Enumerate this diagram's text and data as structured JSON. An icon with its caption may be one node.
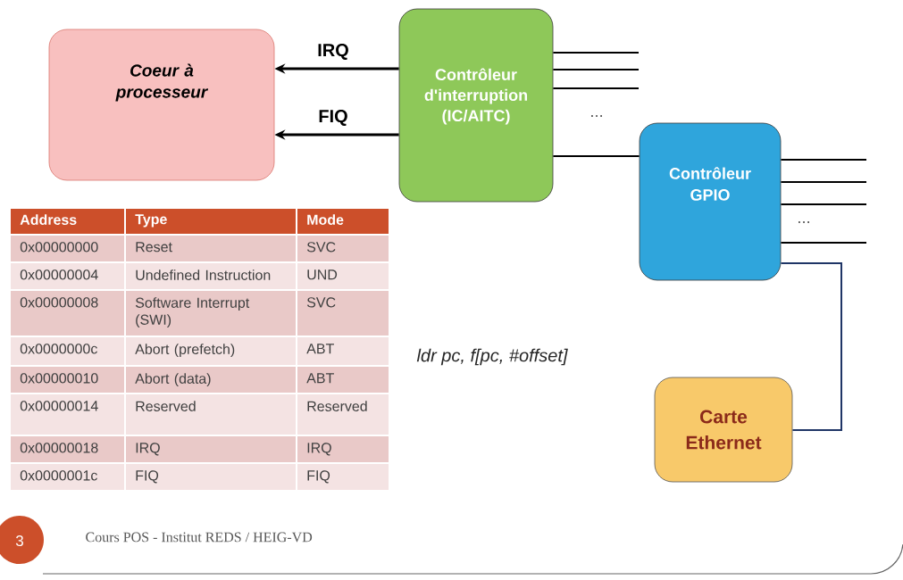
{
  "diagram": {
    "nodes": [
      {
        "text": [
          "Coeur à processeur"
        ]
      },
      {
        "text": [
          "Contrôleur d'interruption (IC/AITC)"
        ]
      },
      {
        "text": [
          "Contrôleur GPIO"
        ]
      },
      {
        "text": [
          "Carte Ethernet"
        ]
      }
    ],
    "edges": [
      {
        "from": 1,
        "to": 0,
        "arrow": "to",
        "label": "IRQ"
      },
      {
        "from": 1,
        "to": 0,
        "arrow": "to",
        "label": "FIQ"
      },
      {
        "from": 1,
        "to": null,
        "arrow": "none"
      },
      {
        "from": 1,
        "to": null,
        "arrow": "none"
      },
      {
        "from": 1,
        "to": null,
        "arrow": "none"
      },
      {
        "from": 1,
        "to": 2,
        "arrow": "none"
      },
      {
        "from": 2,
        "to": null,
        "arrow": "none"
      },
      {
        "from": 2,
        "to": null,
        "arrow": "none"
      },
      {
        "from": 2,
        "to": null,
        "arrow": "none"
      },
      {
        "from": 2,
        "to": null,
        "arrow": "none"
      },
      {
        "from": 2,
        "to": 3,
        "arrow": "none",
        "color": "#1f3566"
      }
    ],
    "labels": [
      "Address",
      "Type",
      "Mode",
      "0x00000000",
      "Reset",
      "SVC",
      "0x00000004",
      "Undefined Instruction",
      "UND",
      "0x00000008",
      "Software Interrupt (SWI)",
      "SVC",
      "0x0000000c",
      "Abort (prefetch)",
      "ABT",
      "0x00000010",
      "Abort (data)",
      "ABT",
      "0x00000014",
      "Reserved",
      "Reserved",
      "0x00000018",
      "IRQ",
      "IRQ",
      "0x0000001c",
      "FIQ",
      "FIQ",
      "…",
      "…",
      "ldr pc, f[pc, #offset]",
      "3",
      "Cours POS - Institut REDS / HEIG-VD"
    ]
  }
}
